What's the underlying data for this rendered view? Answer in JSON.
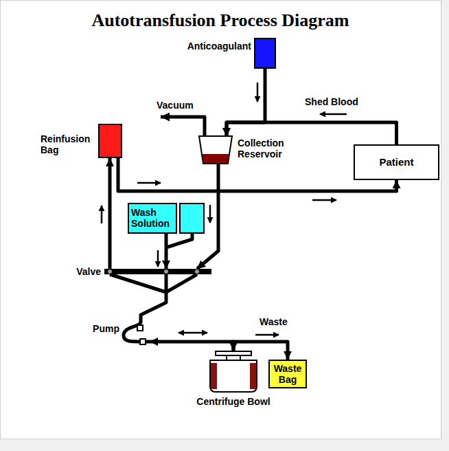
{
  "diagram": {
    "title": "Autotransfusion Process Diagram",
    "nodes": [
      {
        "text": [
          "Anticoagulant"
        ]
      },
      {
        "text": [
          "Collection Reservoir"
        ]
      },
      {
        "text": [
          "Reinfusion Bag"
        ]
      },
      {
        "text": [
          "Patient"
        ]
      },
      {
        "text": [
          "Wash Solution"
        ]
      },
      {
        "text": [
          "Valve"
        ]
      },
      {
        "text": [
          "Pump"
        ]
      },
      {
        "text": [
          "Centrifuge Bowl"
        ]
      },
      {
        "text": [
          "Waste Bag"
        ]
      }
    ],
    "edges": [
      {
        "from": 3,
        "to": 1,
        "arrow": "to",
        "label": "Shed Blood"
      },
      {
        "from": 0,
        "to": 1,
        "arrow": "to"
      },
      {
        "from": 1,
        "to": 5,
        "arrow": "to"
      },
      {
        "from": 4,
        "to": 5,
        "arrow": "to"
      },
      {
        "from": 5,
        "to": 2,
        "arrow": "to"
      },
      {
        "from": 2,
        "to": 3,
        "arrow": "to"
      },
      {
        "from": 5,
        "to": 6,
        "arrow": "none"
      },
      {
        "from": 6,
        "to": 7,
        "arrow": "both"
      },
      {
        "from": 7,
        "to": 8,
        "arrow": "to",
        "label": "Waste"
      }
    ],
    "labels": [
      "Vacuum"
    ]
  }
}
